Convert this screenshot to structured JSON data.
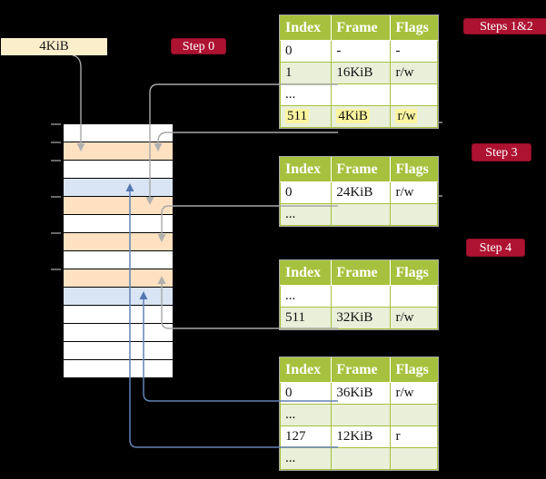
{
  "box_4kib": {
    "label": "4KiB"
  },
  "badges": {
    "step0": "Step 0",
    "steps12": "Steps 1&2",
    "step3": "Step 3",
    "step4": "Step 4"
  },
  "memory": {
    "rows": [
      "white",
      "peach",
      "white",
      "blue",
      "peach",
      "white",
      "peach",
      "white",
      "peach",
      "blue",
      "white",
      "white",
      "white",
      "white"
    ]
  },
  "tables": [
    {
      "name": "page-table-steps-1-2",
      "columns": [
        "Index",
        "Frame",
        "Flags"
      ],
      "rows": [
        {
          "cells": [
            "0",
            "-",
            "-"
          ],
          "shaded": false,
          "highlight": false
        },
        {
          "cells": [
            "1",
            "16KiB",
            "r/w"
          ],
          "shaded": true,
          "highlight": false
        },
        {
          "cells": [
            "...",
            "",
            ""
          ],
          "shaded": false,
          "highlight": false
        },
        {
          "cells": [
            "511",
            "4KiB",
            "r/w"
          ],
          "shaded": true,
          "highlight": true
        }
      ]
    },
    {
      "name": "page-table-step-3",
      "columns": [
        "Index",
        "Frame",
        "Flags"
      ],
      "rows": [
        {
          "cells": [
            "0",
            "24KiB",
            "r/w"
          ],
          "shaded": false,
          "highlight": false
        },
        {
          "cells": [
            "...",
            "",
            ""
          ],
          "shaded": true,
          "highlight": false
        }
      ]
    },
    {
      "name": "page-table-step-4-upper",
      "columns": [
        "Index",
        "Frame",
        "Flags"
      ],
      "rows": [
        {
          "cells": [
            "...",
            "",
            ""
          ],
          "shaded": false,
          "highlight": false
        },
        {
          "cells": [
            "511",
            "32KiB",
            "r/w"
          ],
          "shaded": true,
          "highlight": false
        }
      ]
    },
    {
      "name": "page-table-step-4-lower",
      "columns": [
        "Index",
        "Frame",
        "Flags"
      ],
      "rows": [
        {
          "cells": [
            "0",
            "36KiB",
            "r/w"
          ],
          "shaded": false,
          "highlight": false
        },
        {
          "cells": [
            "...",
            "",
            ""
          ],
          "shaded": true,
          "highlight": false
        },
        {
          "cells": [
            "127",
            "12KiB",
            "r"
          ],
          "shaded": false,
          "highlight": false
        },
        {
          "cells": [
            "...",
            "",
            ""
          ],
          "shaded": true,
          "highlight": false
        }
      ]
    }
  ],
  "colors": {
    "background": "#000000",
    "table_header_bg": "#a6c13d",
    "table_row_shaded": "#e9efd9",
    "highlight_mark": "#fbf5a0",
    "badge_bg": "#ae1231",
    "memory_peach": "#fde1c1",
    "memory_blue": "#d9e5f4",
    "box_4kib_bg": "#fbeecb",
    "connector_gray": "#a8a8a8",
    "connector_blue": "#6282b3"
  }
}
